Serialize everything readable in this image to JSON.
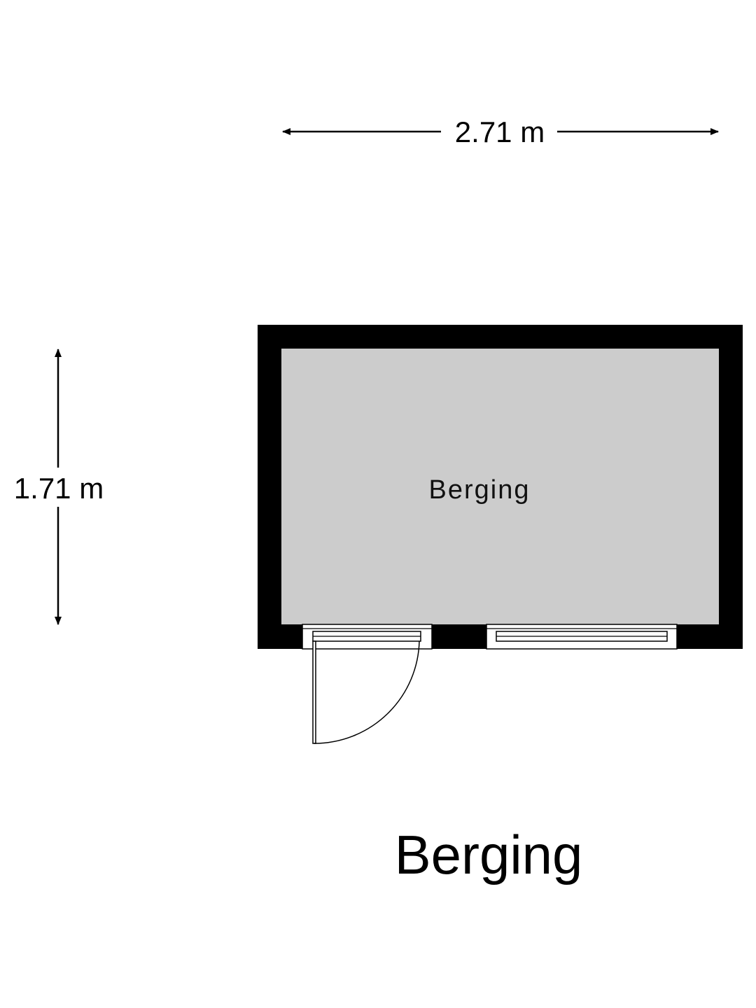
{
  "plan": {
    "width_dimension": "2.71 m",
    "depth_dimension": "1.71 m",
    "room_label": "Berging",
    "title": "Berging"
  },
  "colors": {
    "wall": "#000000",
    "floor": "#cccccc",
    "background": "#ffffff"
  }
}
